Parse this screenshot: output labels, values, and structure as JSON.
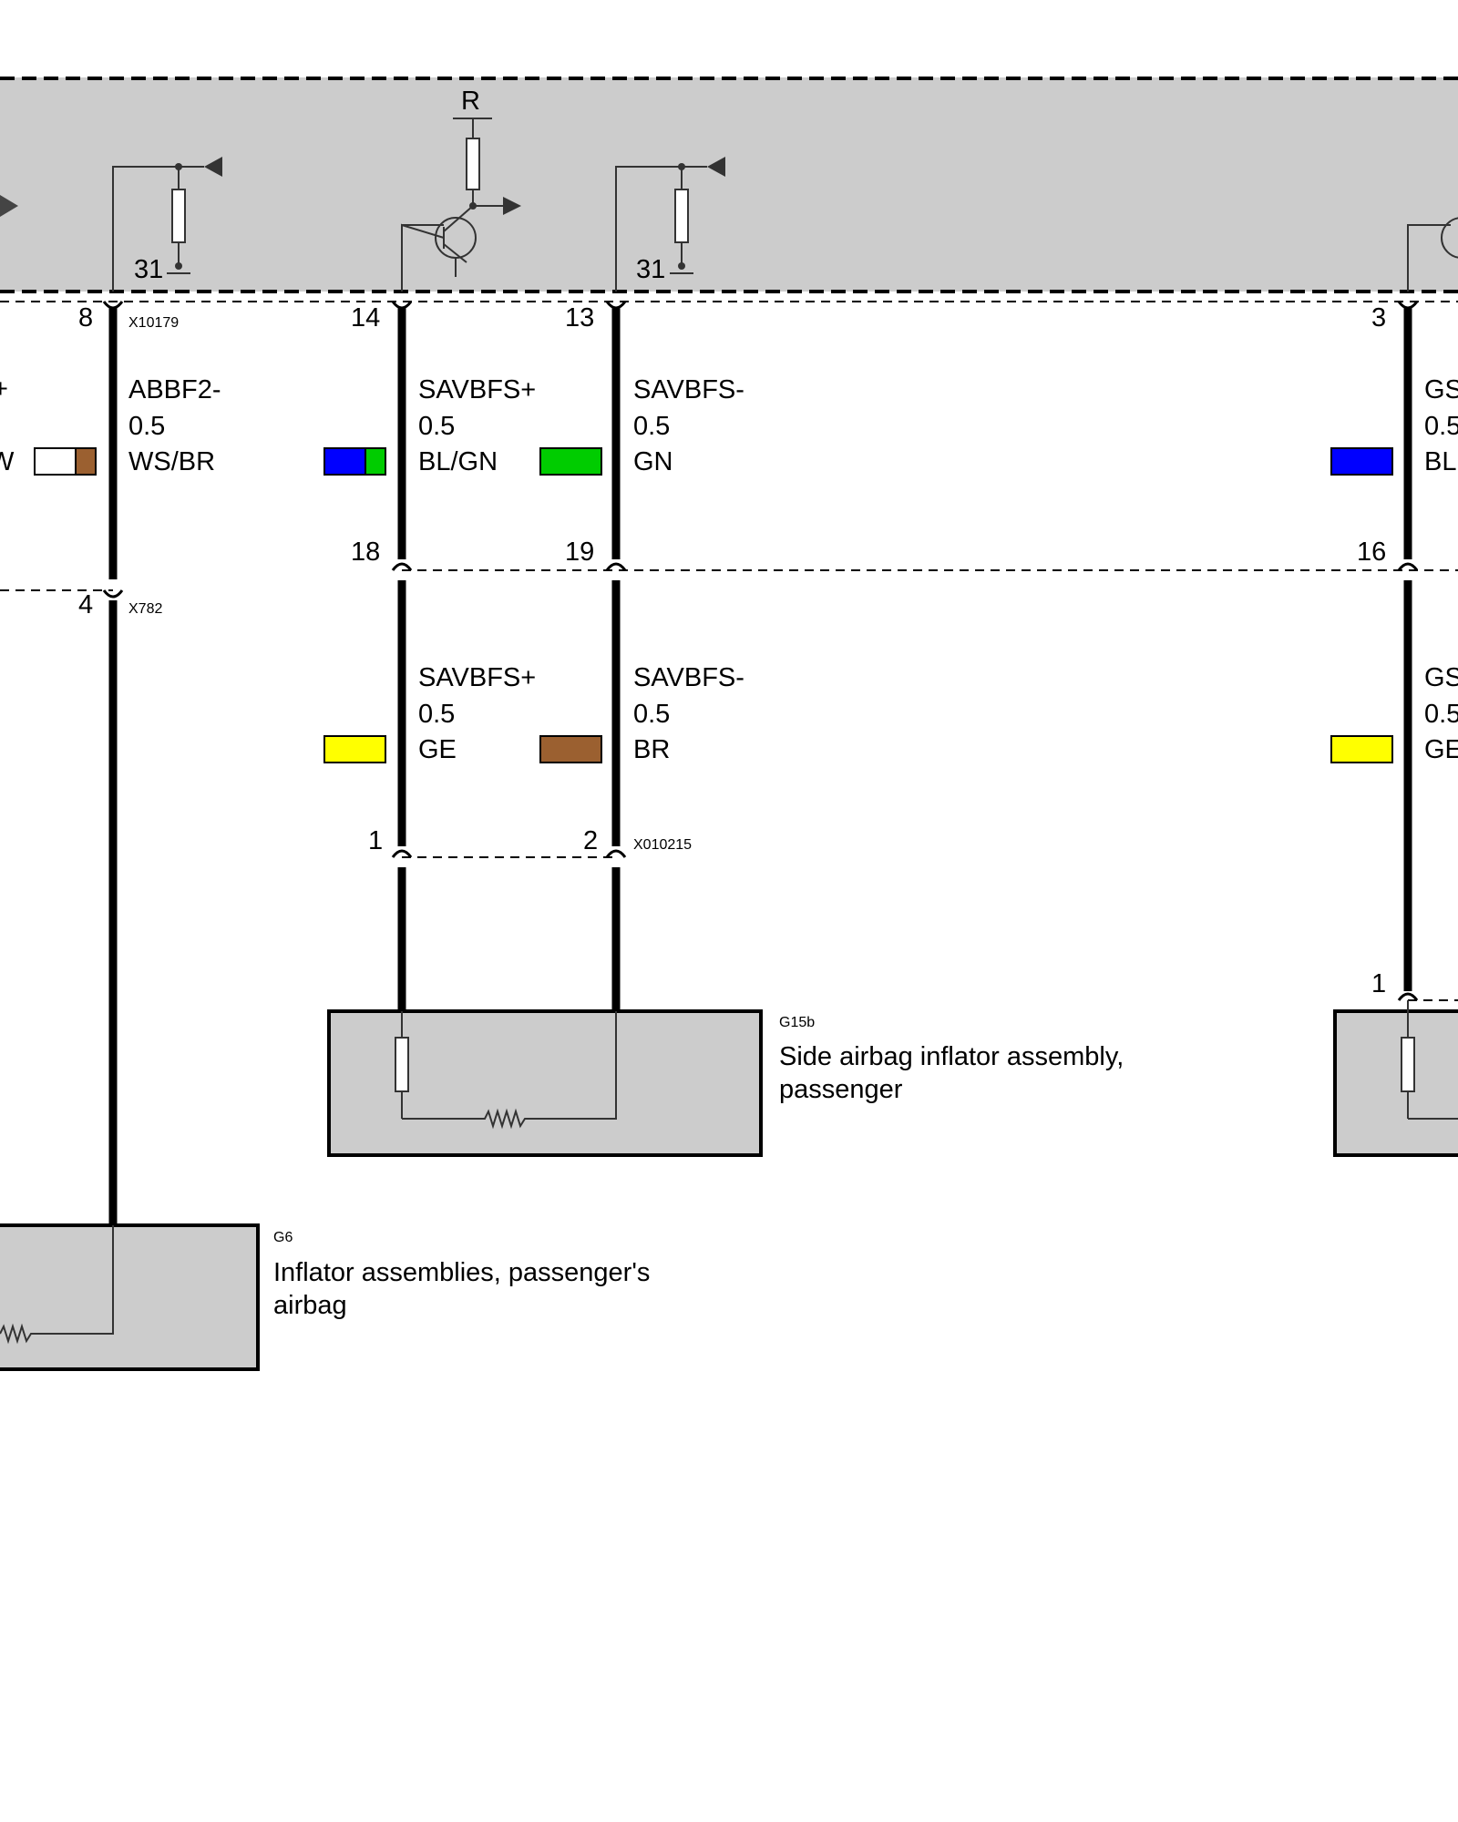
{
  "control_unit": {
    "ground_labels": [
      "31",
      "31"
    ],
    "reference_label": "R"
  },
  "wires": [
    {
      "signal": "ABBF2-",
      "cross_section": "0.5",
      "color_code": "WS/BR",
      "colors": [
        "#ffffff",
        "#9b6030"
      ]
    },
    {
      "signal": "SAVBFS+",
      "cross_section": "0.5",
      "color_code": "BL/GN",
      "colors": [
        "#0000ff",
        "#00cc00"
      ]
    },
    {
      "signal": "SAVBFS-",
      "cross_section": "0.5",
      "color_code": "GN",
      "colors": [
        "#00cc00"
      ]
    },
    {
      "signal": "GS",
      "cross_section": "0.5",
      "color_code": "BL",
      "colors": [
        "#0000ff"
      ]
    },
    {
      "signal": "SAVBFS+",
      "cross_section": "0.5",
      "color_code": "GE",
      "colors": [
        "#ffff00"
      ]
    },
    {
      "signal": "SAVBFS-",
      "cross_section": "0.5",
      "color_code": "BR",
      "colors": [
        "#9b6030"
      ]
    },
    {
      "signal": "GS",
      "cross_section": "0.5",
      "color_code": "GE",
      "colors": [
        "#ffff00"
      ]
    }
  ],
  "left_partial": {
    "signal": "+",
    "color_code": "W",
    "colors": [
      "#ffffff",
      "#9b6030"
    ]
  },
  "connectors": [
    {
      "id": "X10179",
      "pins": [
        "8",
        "14",
        "13",
        "3"
      ]
    },
    {
      "id": "X782",
      "pins": [
        "4",
        "18",
        "19",
        "16"
      ]
    },
    {
      "id": "X010215",
      "pins": [
        "1",
        "2"
      ]
    }
  ],
  "other_pins": [
    "1"
  ],
  "components": [
    {
      "id": "G15b",
      "name_lines": [
        "Side airbag inflator assembly,",
        "passenger"
      ]
    },
    {
      "id": "G6",
      "name_lines": [
        "Inflator assemblies, passenger's",
        "airbag"
      ]
    }
  ],
  "colors": {
    "unit_fill": "#cccccc",
    "component_fill": "#cccccc",
    "wire": "#000000"
  }
}
